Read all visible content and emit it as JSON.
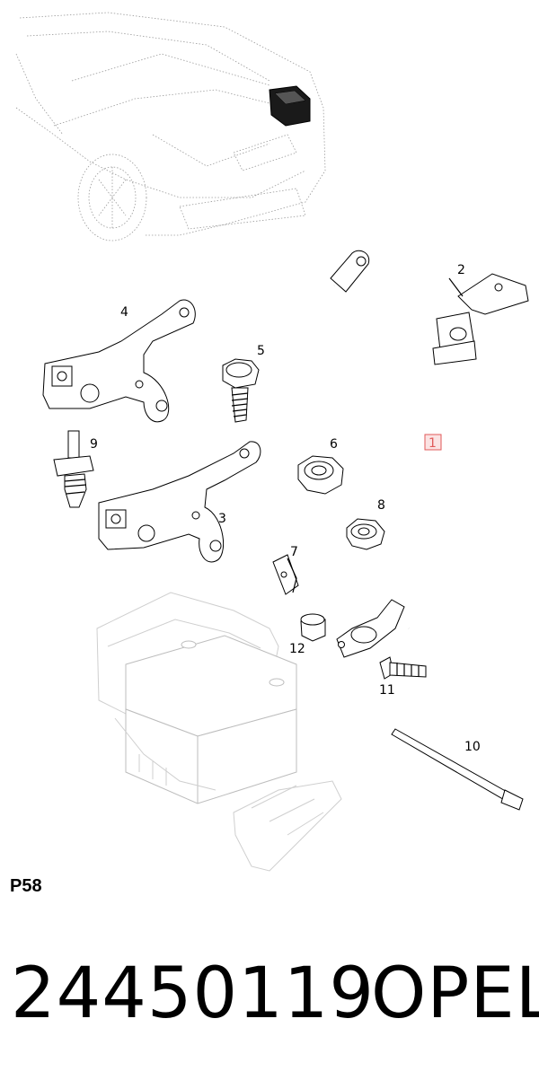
{
  "diagram": {
    "callouts": [
      {
        "id": "c1",
        "text": "1",
        "highlighted": true
      },
      {
        "id": "c2",
        "text": "2"
      },
      {
        "id": "c3",
        "text": "3"
      },
      {
        "id": "c4",
        "text": "4"
      },
      {
        "id": "c5",
        "text": "5"
      },
      {
        "id": "c6",
        "text": "6"
      },
      {
        "id": "c7",
        "text": "7"
      },
      {
        "id": "c8",
        "text": "8"
      },
      {
        "id": "c9",
        "text": "9"
      },
      {
        "id": "c10",
        "text": "10"
      },
      {
        "id": "c11",
        "text": "11"
      },
      {
        "id": "c12",
        "text": "12"
      }
    ],
    "highlight_color": "#e05a5a",
    "highlight_fill": "#fbe3e3"
  },
  "plate_code": "P58",
  "part_number": "24450119",
  "brand": "OPEL"
}
